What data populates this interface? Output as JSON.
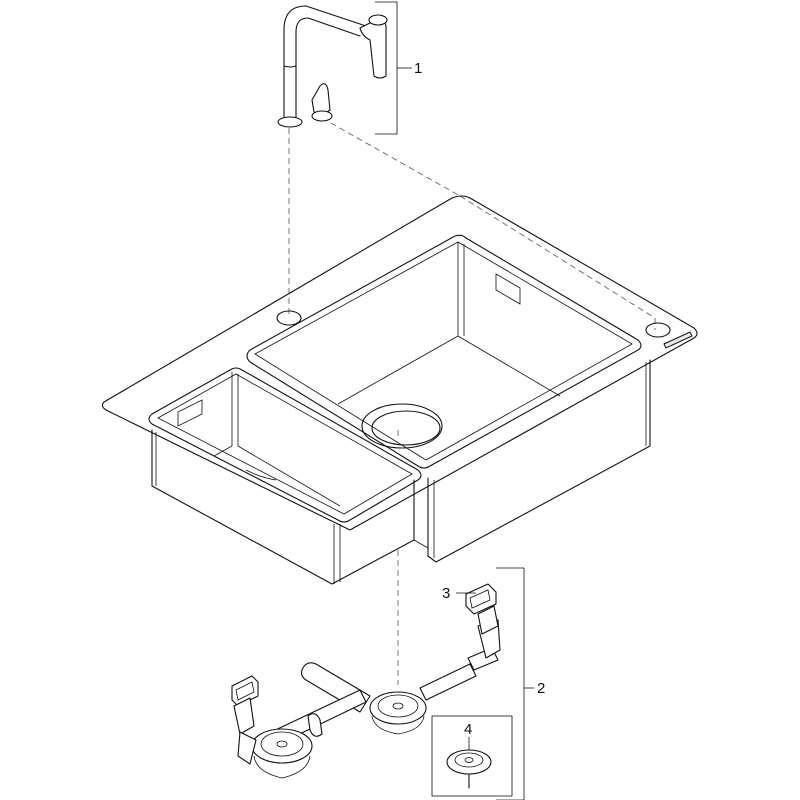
{
  "diagram": {
    "type": "exploded-assembly",
    "subject": "double-bowl kitchen sink with pull-out faucet and drain set",
    "colors": {
      "line": "#111111",
      "leader": "#666666",
      "background": "#ffffff"
    }
  },
  "callouts": [
    {
      "id": "1",
      "label": "1",
      "part": "faucet with lever control"
    },
    {
      "id": "2",
      "label": "2",
      "part": "drain waste set"
    },
    {
      "id": "3",
      "label": "3",
      "part": "overflow fitting"
    },
    {
      "id": "4",
      "label": "4",
      "part": "basket strainer plug"
    }
  ]
}
